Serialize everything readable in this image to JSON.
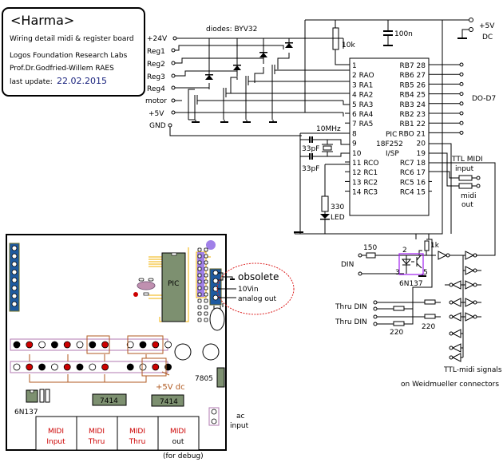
{
  "title_box": {
    "title": "<Harma>",
    "subtitle": "Wiring detail midi & register board",
    "org": "Logos Foundation Research Labs",
    "author": "Prof.Dr.Godfried-Willem RAES",
    "update_label": "last update:",
    "update_date": "22.02.2015"
  },
  "drivers": {
    "diode_label": "diodes: BYV32",
    "inputs": [
      "+24V",
      "Reg1",
      "Reg2",
      "Reg3",
      "Reg4",
      "motor",
      "+5V",
      "GND"
    ]
  },
  "power": {
    "label_line1": "+5V",
    "label_line2": "DC",
    "resistor": "10k",
    "capacitor": "100n"
  },
  "pic": {
    "name_line1": "PIC",
    "name_line2": "18F252",
    "name_line3": "I/SP",
    "left_pins": [
      "1",
      "2 RAO",
      "3 RA1",
      "4 RA2",
      "5 RA3",
      "6 RA4",
      "7 RA5",
      "8",
      "9",
      "10",
      "11  RCO",
      "12  RC1",
      "13  RC2",
      "14  RC3"
    ],
    "right_pins": [
      "RB7 28",
      "RB6 27",
      "RB5 26",
      "RB4 25",
      "RB3 24",
      "RB2 23",
      "RB1 22",
      "RBO 21",
      "20",
      "19",
      "RC7 18",
      "RC6 17",
      "RC5 16",
      "RC4 15"
    ]
  },
  "outputs_label": "DO-D7",
  "crystal": {
    "freq": "10MHz",
    "cap1": "33pF",
    "cap2": "33pF",
    "led_resistor": "330",
    "led_label": "LED"
  },
  "ttl_midi": {
    "input_line1": "TTL MIDI",
    "input_line2": "input",
    "out_line1": "midi",
    "out_line2": "out"
  },
  "opto": {
    "din_label": "DIN",
    "r_in": "150",
    "r_pull": "1k",
    "pin2": "2",
    "pin3": "3",
    "pin5": "5",
    "part": "6N137",
    "thru1": "Thru  DIN",
    "thru2": "Thru  DIN",
    "r_thru1": "220",
    "r_thru2": "220",
    "caption_line1": "TTL-midi signals",
    "caption_line2": "on Weidmueller connectors"
  },
  "board": {
    "pic_label": "PIC",
    "obsolete": "obsolete",
    "vin": "10Vin",
    "analog_out": "analog out",
    "plus5": "+5V dc",
    "reg": "7805",
    "opto": "6N137",
    "ic1": "7414",
    "ic2": "7414",
    "ac_line1": "ac",
    "ac_line2": "input",
    "connectors": [
      {
        "line1": "MIDI",
        "line2": "Input"
      },
      {
        "line1": "MIDI",
        "line2": "Thru"
      },
      {
        "line1": "MIDI",
        "line2": "Thru"
      },
      {
        "line1": "MIDI",
        "line2": "out"
      }
    ],
    "debug_note": "(for debug)",
    "row_top": [
      "b",
      "r",
      "w",
      "b",
      "r",
      "w",
      "b",
      "r",
      "_",
      "w",
      "b",
      "r",
      "w"
    ],
    "row_bottom": [
      "w",
      "r",
      "b",
      "w",
      "r",
      "b",
      "w",
      "r",
      "_",
      "b",
      "w",
      "r",
      "b"
    ]
  },
  "colors": {
    "wire": "#000000",
    "opto_box": "#a020f0",
    "board_red": "#cc0000",
    "trace_orange": "#f0b000",
    "header_blue": "#1e5aa0",
    "ic_green": "#7d9070",
    "pad_purple": "#a080e8",
    "ellipse_red": "#dd2222",
    "brown": "#b05a20"
  }
}
